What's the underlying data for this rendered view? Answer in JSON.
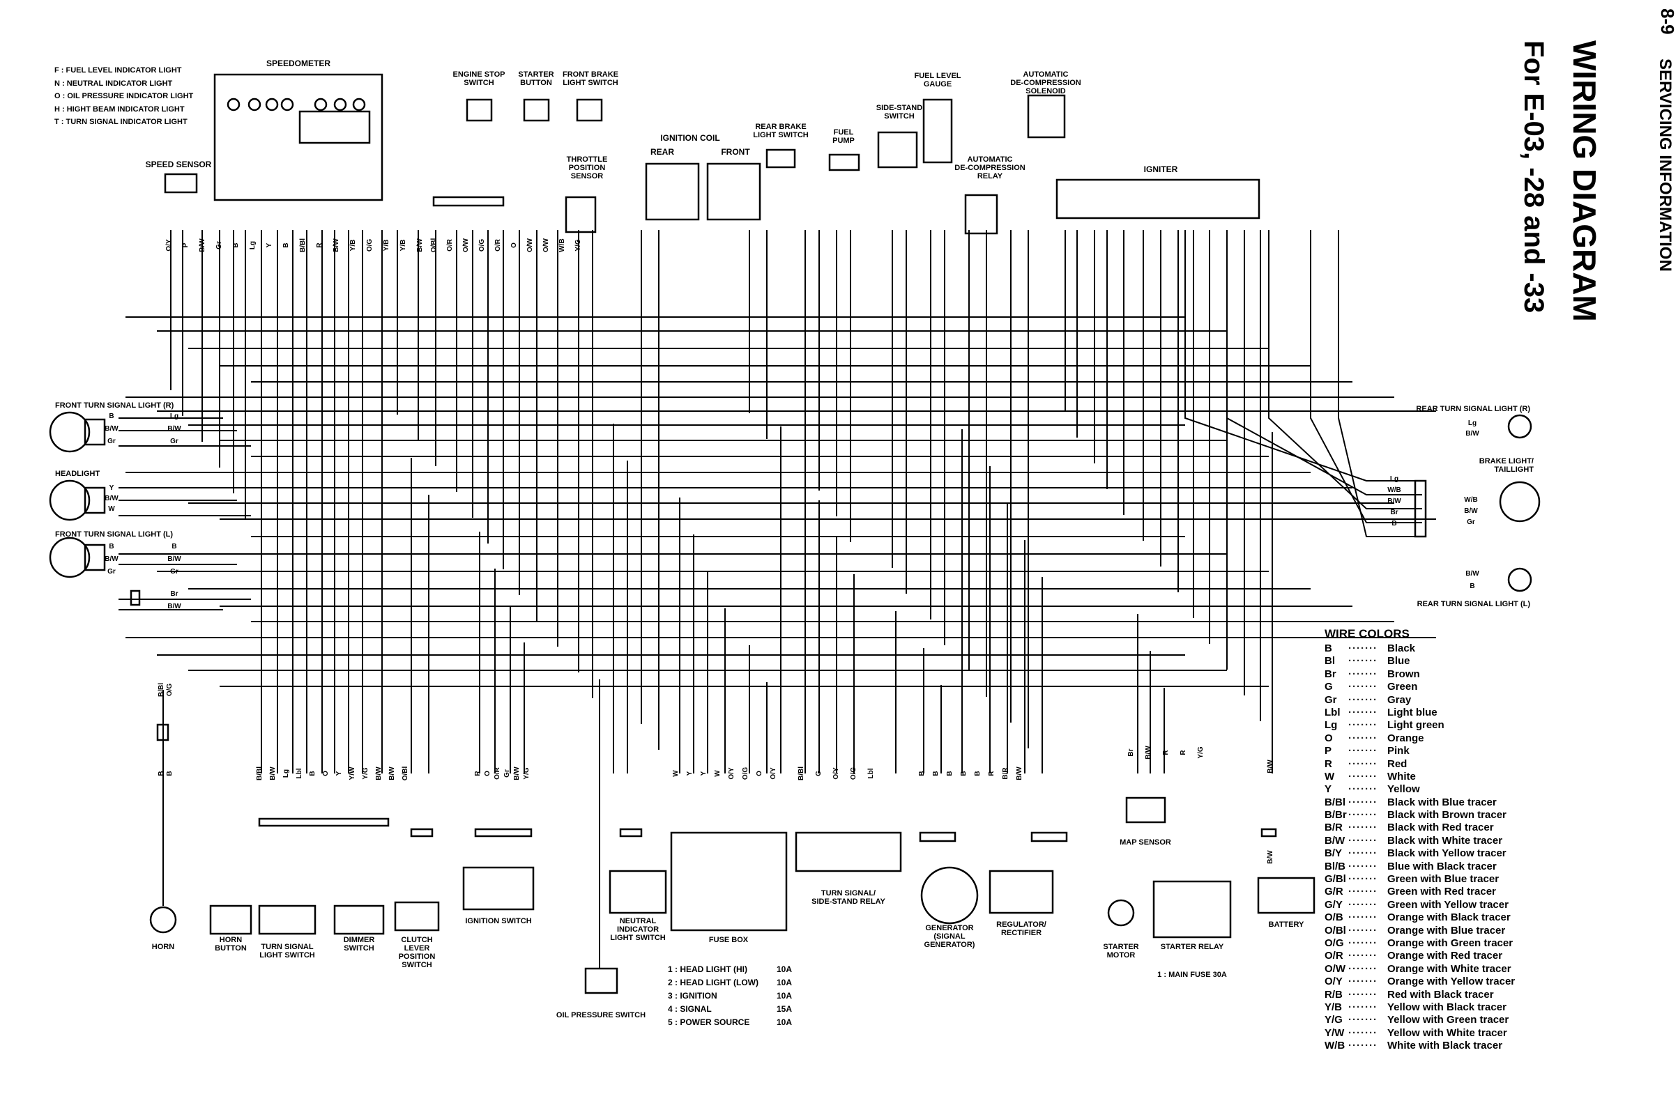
{
  "header": {
    "title": "WIRING DIAGRAM",
    "subtitle": "For E-03, -28 and -33",
    "page": "8-9",
    "section": "SERVICING INFORMATION"
  },
  "speedo_legend": [
    "F : FUEL LEVEL INDICATOR LIGHT",
    "N : NEUTRAL INDICATOR LIGHT",
    "O : OIL PRESSURE INDICATOR LIGHT",
    "H : HIGHT BEAM INDICATOR LIGHT",
    "T : TURN SIGNAL INDICATOR LIGHT"
  ],
  "components": {
    "speedometer": "SPEEDOMETER",
    "speed_sensor": "SPEED SENSOR",
    "engine_stop": "ENGINE STOP SWITCH",
    "starter_button": "STARTER BUTTON",
    "front_brake": "FRONT BRAKE LIGHT SWITCH",
    "ignition_coil": "IGNITION COIL",
    "rear": "REAR",
    "front": "FRONT",
    "throttle": "THROTTLE POSITION SENSOR",
    "rear_brake": "REAR BRAKE LIGHT SWITCH",
    "fuel_pump": "FUEL PUMP",
    "side_stand": "SIDE-STAND SWITCH",
    "fuel_gauge": "FUEL LEVEL GAUGE",
    "auto_relay": "AUTOMATIC DE-COMPRESSION RELAY",
    "auto_solenoid": "AUTOMATIC DE-COMPRESSION SOLENOID",
    "igniter": "IGNITER",
    "front_turn_r": "FRONT TURN SIGNAL LIGHT (R)",
    "headlight": "HEADLIGHT",
    "front_turn_l": "FRONT TURN SIGNAL LIGHT (L)",
    "rear_turn_r": "REAR TURN SIGNAL LIGHT (R)",
    "brake_light": "BRAKE LIGHT/ TAILLIGHT",
    "rear_turn_l": "REAR TURN SIGNAL LIGHT (L)",
    "horn": "HORN",
    "horn_button": "HORN BUTTON",
    "turn_switch": "TURN SIGNAL LIGHT SWITCH",
    "dimmer": "DIMMER SWITCH",
    "clutch": "CLUTCH LEVER POSITION SWITCH",
    "ignition_switch": "IGNITION SWITCH",
    "oil_pressure": "OIL PRESSURE SWITCH",
    "neutral": "NEUTRAL INDICATOR LIGHT SWITCH",
    "fuse_box": "FUSE BOX",
    "turn_relay": "TURN SIGNAL/ SIDE-STAND RELAY",
    "generator": "GENERATOR (SIGNAL GENERATOR)",
    "regulator": "REGULATOR/ RECTIFIER",
    "map_sensor": "MAP SENSOR",
    "starter_motor": "STARTER MOTOR",
    "starter_relay": "STARTER RELAY",
    "battery": "BATTERY",
    "main_fuse": "1 : MAIN FUSE 30A"
  },
  "fuses": [
    {
      "label": "1 : HEAD LIGHT (HI)",
      "amp": "10A"
    },
    {
      "label": "2 : HEAD LIGHT (LOW)",
      "amp": "10A"
    },
    {
      "label": "3 : IGNITION",
      "amp": "10A"
    },
    {
      "label": "4 : SIGNAL",
      "amp": "15A"
    },
    {
      "label": "5 : POWER SOURCE",
      "amp": "10A"
    }
  ],
  "wire_colors": {
    "title": "WIRE COLORS",
    "items": [
      {
        "code": "B",
        "name": "Black"
      },
      {
        "code": "Bl",
        "name": "Blue"
      },
      {
        "code": "Br",
        "name": "Brown"
      },
      {
        "code": "G",
        "name": "Green"
      },
      {
        "code": "Gr",
        "name": "Gray"
      },
      {
        "code": "Lbl",
        "name": "Light blue"
      },
      {
        "code": "Lg",
        "name": "Light green"
      },
      {
        "code": "O",
        "name": "Orange"
      },
      {
        "code": "P",
        "name": "Pink"
      },
      {
        "code": "R",
        "name": "Red"
      },
      {
        "code": "W",
        "name": "White"
      },
      {
        "code": "Y",
        "name": "Yellow"
      },
      {
        "code": "B/Bl",
        "name": "Black with Blue tracer"
      },
      {
        "code": "B/Br",
        "name": "Black with Brown tracer"
      },
      {
        "code": "B/R",
        "name": "Black with Red tracer"
      },
      {
        "code": "B/W",
        "name": "Black with White tracer"
      },
      {
        "code": "B/Y",
        "name": "Black with Yellow tracer"
      },
      {
        "code": "Bl/B",
        "name": "Blue with Black tracer"
      },
      {
        "code": "G/Bl",
        "name": "Green with Blue tracer"
      },
      {
        "code": "G/R",
        "name": "Green with Red tracer"
      },
      {
        "code": "G/Y",
        "name": "Green with Yellow tracer"
      },
      {
        "code": "O/B",
        "name": "Orange with Black tracer"
      },
      {
        "code": "O/Bl",
        "name": "Orange with Blue tracer"
      },
      {
        "code": "O/G",
        "name": "Orange with Green tracer"
      },
      {
        "code": "O/R",
        "name": "Orange with Red tracer"
      },
      {
        "code": "O/W",
        "name": "Orange with White tracer"
      },
      {
        "code": "O/Y",
        "name": "Orange with Yellow tracer"
      },
      {
        "code": "R/B",
        "name": "Red with Black tracer"
      },
      {
        "code": "Y/B",
        "name": "Yellow with Black tracer"
      },
      {
        "code": "Y/G",
        "name": "Yellow with Green tracer"
      },
      {
        "code": "Y/W",
        "name": "Yellow with White tracer"
      },
      {
        "code": "W/B",
        "name": "White with Black tracer"
      }
    ]
  },
  "wire_tags": {
    "front_r": [
      "B",
      "B/W",
      "Gr",
      "Lg",
      "B/W",
      "Gr"
    ],
    "headlight": [
      "Y",
      "B/W",
      "W"
    ],
    "front_l": [
      "B",
      "B/W",
      "Gr",
      "B",
      "B/W",
      "Gr"
    ],
    "ground": [
      "Br",
      "B/W"
    ],
    "rear_r": [
      "Lg",
      "B/W"
    ],
    "brake": [
      "Lg",
      "W/B",
      "B/W",
      "Br",
      "B",
      "W/B",
      "B/W",
      "Gr"
    ],
    "rear_l": [
      "B/W",
      "B"
    ],
    "speedo_top": [
      "O/Y",
      "P",
      "B/W",
      "Gr",
      "B",
      "Lg",
      "Y",
      "B",
      "B/Bl",
      "R",
      "B/W",
      "Y/B",
      "O/G",
      "Y/B",
      "Y/B",
      "B/W"
    ],
    "mid_top": [
      "O/Bl",
      "O/R",
      "O/W",
      "O/G",
      "O/R",
      "O",
      "O/W",
      "O/W",
      "W/B",
      "Y/G"
    ],
    "bottom_left": [
      "B/Bl",
      "O/G",
      "B",
      "B"
    ],
    "bottom_sw": [
      "B/Bl",
      "B/W",
      "Lg",
      "Lbl",
      "B",
      "O",
      "Y",
      "Y/W",
      "Y/G",
      "B/W",
      "B/W",
      "O/Bl"
    ],
    "ign": [
      "R",
      "O",
      "O/R",
      "Gr",
      "B/W",
      "Y/G"
    ],
    "fuse_in": [
      "W",
      "Y",
      "Y",
      "W",
      "O/Y",
      "O/G",
      "O",
      "O/Y"
    ],
    "relay_in": [
      "B/Bl",
      "G",
      "O/Y",
      "O/G",
      "Lbl"
    ],
    "gen": [
      "B",
      "B",
      "B",
      "B",
      "B",
      "R",
      "B/R",
      "B/W"
    ],
    "map": [
      "Br",
      "B/W",
      "R",
      "R",
      "Y/G"
    ],
    "starter": [
      "B/W",
      "B/W"
    ]
  },
  "colors": {
    "ink": "#000000",
    "paper": "#ffffff"
  }
}
